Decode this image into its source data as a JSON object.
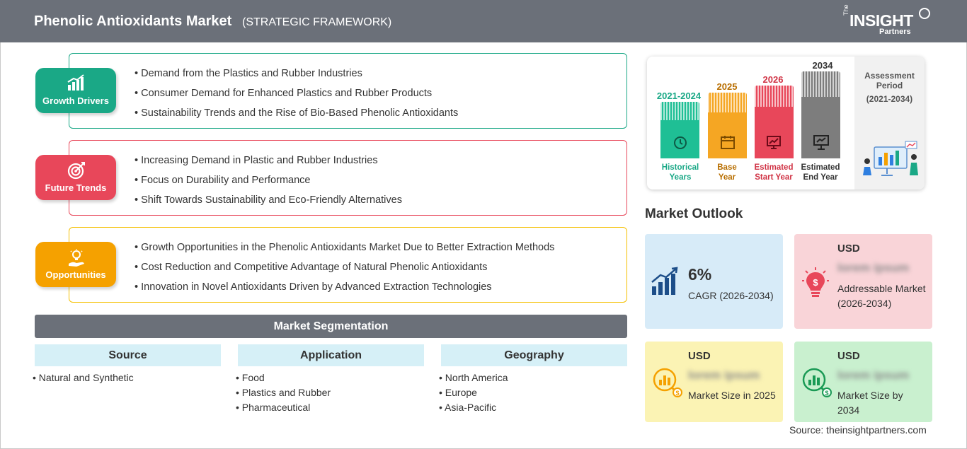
{
  "header": {
    "title": "Phenolic Antioxidants Market",
    "subtitle": "(STRATEGIC FRAMEWORK)",
    "logo_the": "The",
    "logo_insight": "INSIGHT",
    "logo_partners": "Partners"
  },
  "drivers": {
    "label": "Growth Drivers",
    "color": "#1aa886",
    "items": [
      "Demand from the Plastics and Rubber Industries",
      "Consumer Demand for Enhanced Plastics and Rubber Products",
      "Sustainability Trends and the Rise of Bio-Based Phenolic Antioxidants"
    ]
  },
  "trends": {
    "label": "Future Trends",
    "color": "#e8475a",
    "items": [
      "Increasing Demand in Plastic and Rubber Industries",
      "Focus on Durability and Performance",
      "Shift Towards Sustainability and Eco-Friendly Alternatives"
    ]
  },
  "opportunities": {
    "label": "Opportunities",
    "color": "#f5a100",
    "items": [
      "Growth Opportunities in the Phenolic Antioxidants Market Due to Better Extraction Methods",
      "Cost Reduction and Competitive Advantage of Natural Phenolic Antioxidants",
      "Innovation in Novel Antioxidants Driven by Advanced Extraction Technologies"
    ]
  },
  "segmentation": {
    "title": "Market Segmentation",
    "columns": [
      {
        "head": "Source",
        "items": [
          "Natural and Synthetic"
        ]
      },
      {
        "head": "Application",
        "items": [
          "Food",
          "Plastics and Rubber",
          "Pharmaceutical"
        ]
      },
      {
        "head": "Geography",
        "items": [
          "North America",
          "Europe",
          "Asia-Pacific"
        ]
      }
    ]
  },
  "timeline": {
    "periods": [
      {
        "year": "2021-2024",
        "label1": "Historical",
        "label2": "Years",
        "color": "#1fbf95",
        "text_color": "#1aa886"
      },
      {
        "year": "2025",
        "label1": "Base",
        "label2": "Year",
        "color": "#f5a623",
        "text_color": "#b86e00"
      },
      {
        "year": "2026",
        "label1": "Estimated",
        "label2": "Start Year",
        "color": "#e8475a",
        "text_color": "#d03345"
      },
      {
        "year": "2034",
        "label1": "Estimated",
        "label2": "End Year",
        "color": "#7d7d7d",
        "text_color": "#333333"
      }
    ],
    "assessment_label": "Assessment Period",
    "assessment_range": "(2021-2034)"
  },
  "outlook": {
    "title": "Market Outlook",
    "cagr_value": "6%",
    "cagr_label": "CAGR (2026-2034)",
    "addressable_usd": "USD",
    "addressable_value": "lorem ipsum",
    "addressable_label": "Addressable Market (2026-2034)",
    "size2025_usd": "USD",
    "size2025_value": "lorem ipsum",
    "size2025_label": "Market Size in 2025",
    "size2034_usd": "USD",
    "size2034_value": "lorem ipsum",
    "size2034_label": "Market Size by 2034"
  },
  "source": "Source: theinsightpartners.com"
}
